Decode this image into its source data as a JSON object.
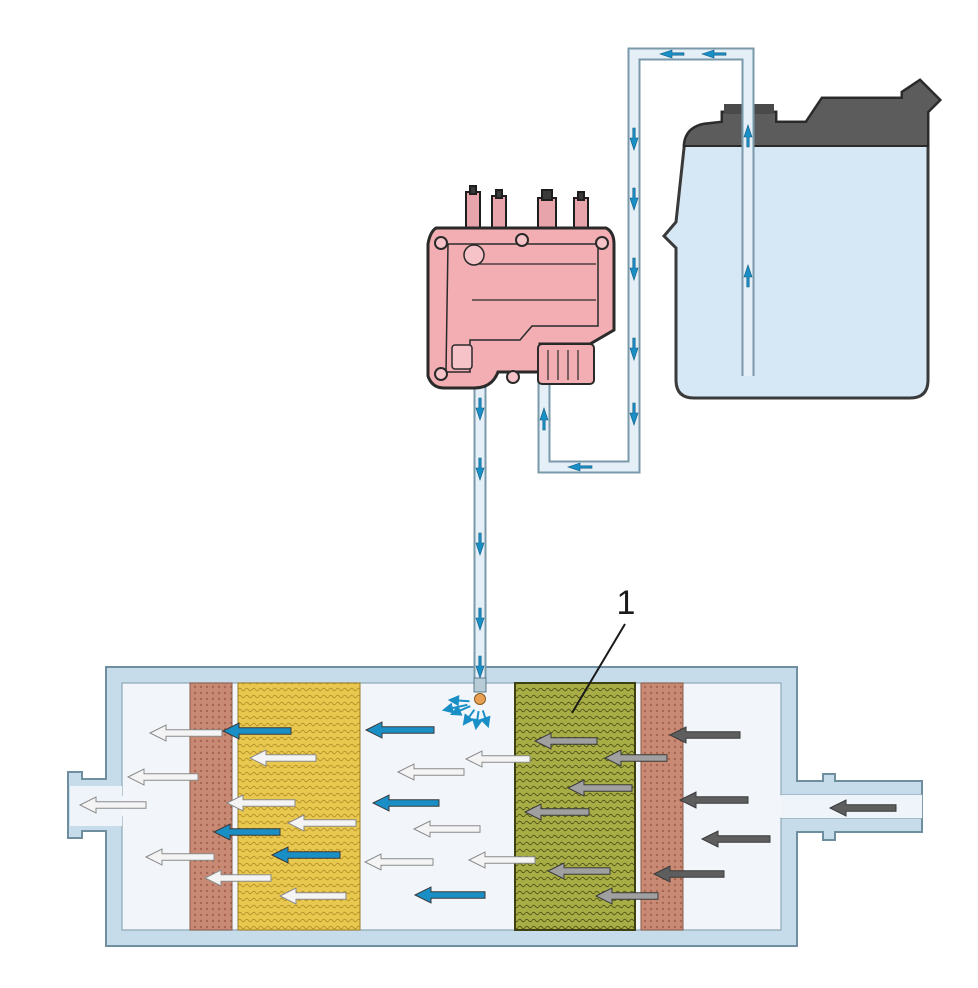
{
  "diagram": {
    "callout_label": "1",
    "colors": {
      "background": "#ffffff",
      "pipe_fill": "#d4e6f2",
      "pipe_stroke": "#7a9aaa",
      "housing_outer": "#c6dcea",
      "housing_inner": "#f2f6fb",
      "tank_fill": "#d6e7f5",
      "tank_cap": "#5c5c5c",
      "pump_body": "#f2aeb3",
      "pump_outline": "#2a2a2a",
      "brick": "#c88a74",
      "catalyst_yellow": "#e6c64a",
      "catalyst_green": "#9aa33a",
      "arrow_blue": "#1a8fc6",
      "arrow_white": "#f4f4f4",
      "arrow_gray": "#a0a0a0",
      "arrow_dark": "#5e5e5e"
    },
    "components": [
      {
        "id": "dosing-pump",
        "icon": "pump-module-icon"
      },
      {
        "id": "reductant-tank",
        "icon": "tank-icon"
      },
      {
        "id": "injector-nozzle",
        "icon": "nozzle-icon"
      },
      {
        "id": "exhaust-housing",
        "icon": "exhaust-housing-icon"
      },
      {
        "id": "catalyst-1",
        "icon": "catalyst-element-icon"
      }
    ]
  }
}
